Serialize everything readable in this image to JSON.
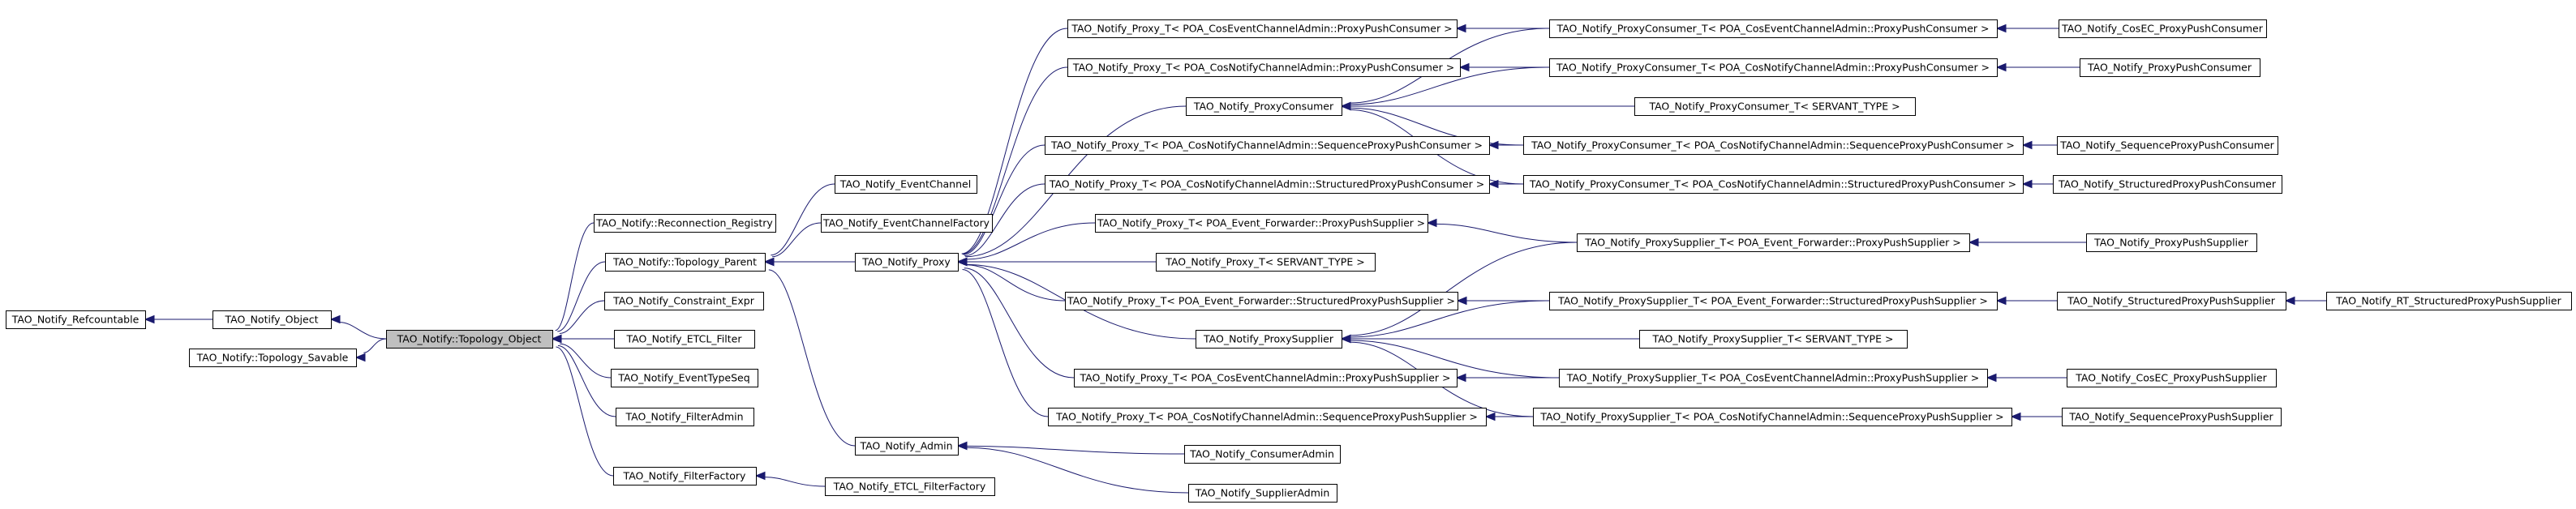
{
  "diagram": {
    "title": "",
    "highlighted_node": "topology_object",
    "colors": {
      "edge": "#1a1a6e",
      "node_border": "#000000",
      "node_fill": "#ffffff",
      "highlight_fill": "#bfbfbf",
      "background": "#ffffff"
    },
    "nodes": [
      {
        "id": "refcountable",
        "label": "TAO_Notify_Refcountable"
      },
      {
        "id": "object",
        "label": "TAO_Notify_Object"
      },
      {
        "id": "topology_savable",
        "label": "TAO_Notify::Topology_Savable"
      },
      {
        "id": "topology_object",
        "label": "TAO_Notify::Topology_Object"
      },
      {
        "id": "reconnection_registry",
        "label": "TAO_Notify::Reconnection_Registry"
      },
      {
        "id": "topology_parent",
        "label": "TAO_Notify::Topology_Parent"
      },
      {
        "id": "constraint_expr",
        "label": "TAO_Notify_Constraint_Expr"
      },
      {
        "id": "etcl_filter",
        "label": "TAO_Notify_ETCL_Filter"
      },
      {
        "id": "event_type_seq",
        "label": "TAO_Notify_EventTypeSeq"
      },
      {
        "id": "filter_admin",
        "label": "TAO_Notify_FilterAdmin"
      },
      {
        "id": "filter_factory",
        "label": "TAO_Notify_FilterFactory"
      },
      {
        "id": "event_channel",
        "label": "TAO_Notify_EventChannel"
      },
      {
        "id": "event_channel_factory",
        "label": "TAO_Notify_EventChannelFactory"
      },
      {
        "id": "proxy",
        "label": "TAO_Notify_Proxy"
      },
      {
        "id": "admin",
        "label": "TAO_Notify_Admin"
      },
      {
        "id": "etcl_filter_factory",
        "label": "TAO_Notify_ETCL_FilterFactory"
      },
      {
        "id": "proxy_t_cosec_ppc",
        "label": "TAO_Notify_Proxy_T< POA_CosEventChannelAdmin::ProxyPushConsumer >"
      },
      {
        "id": "proxy_t_cosnotify_ppc",
        "label": "TAO_Notify_Proxy_T< POA_CosNotifyChannelAdmin::ProxyPushConsumer >"
      },
      {
        "id": "proxy_consumer",
        "label": "TAO_Notify_ProxyConsumer"
      },
      {
        "id": "proxy_t_cosnotify_sppc",
        "label": "TAO_Notify_Proxy_T< POA_CosNotifyChannelAdmin::SequenceProxyPushConsumer >"
      },
      {
        "id": "proxy_t_cosnotify_stppc",
        "label": "TAO_Notify_Proxy_T< POA_CosNotifyChannelAdmin::StructuredProxyPushConsumer >"
      },
      {
        "id": "proxy_t_fwd_pps",
        "label": "TAO_Notify_Proxy_T< POA_Event_Forwarder::ProxyPushSupplier >"
      },
      {
        "id": "proxy_t_servant",
        "label": "TAO_Notify_Proxy_T< SERVANT_TYPE >"
      },
      {
        "id": "proxy_t_fwd_spps",
        "label": "TAO_Notify_Proxy_T< POA_Event_Forwarder::StructuredProxyPushSupplier >"
      },
      {
        "id": "proxy_supplier",
        "label": "TAO_Notify_ProxySupplier"
      },
      {
        "id": "proxy_t_cosec_pps",
        "label": "TAO_Notify_Proxy_T< POA_CosEventChannelAdmin::ProxyPushSupplier >"
      },
      {
        "id": "proxy_t_cosnotify_seqpps",
        "label": "TAO_Notify_Proxy_T< POA_CosNotifyChannelAdmin::SequenceProxyPushSupplier >"
      },
      {
        "id": "consumer_admin",
        "label": "TAO_Notify_ConsumerAdmin"
      },
      {
        "id": "supplier_admin",
        "label": "TAO_Notify_SupplierAdmin"
      },
      {
        "id": "pc_t_cosec_ppc",
        "label": "TAO_Notify_ProxyConsumer_T< POA_CosEventChannelAdmin::ProxyPushConsumer >"
      },
      {
        "id": "pc_t_cosnotify_ppc",
        "label": "TAO_Notify_ProxyConsumer_T< POA_CosNotifyChannelAdmin::ProxyPushConsumer >"
      },
      {
        "id": "pc_t_servant",
        "label": "TAO_Notify_ProxyConsumer_T< SERVANT_TYPE >"
      },
      {
        "id": "pc_t_cosnotify_sppc",
        "label": "TAO_Notify_ProxyConsumer_T< POA_CosNotifyChannelAdmin::SequenceProxyPushConsumer >"
      },
      {
        "id": "pc_t_cosnotify_stppc",
        "label": "TAO_Notify_ProxyConsumer_T< POA_CosNotifyChannelAdmin::StructuredProxyPushConsumer >"
      },
      {
        "id": "ps_t_fwd_pps",
        "label": "TAO_Notify_ProxySupplier_T< POA_Event_Forwarder::ProxyPushSupplier >"
      },
      {
        "id": "ps_t_fwd_spps",
        "label": "TAO_Notify_ProxySupplier_T< POA_Event_Forwarder::StructuredProxyPushSupplier >"
      },
      {
        "id": "ps_t_servant",
        "label": "TAO_Notify_ProxySupplier_T< SERVANT_TYPE >"
      },
      {
        "id": "ps_t_cosec_pps",
        "label": "TAO_Notify_ProxySupplier_T< POA_CosEventChannelAdmin::ProxyPushSupplier >"
      },
      {
        "id": "ps_t_cosnotify_seqpps",
        "label": "TAO_Notify_ProxySupplier_T< POA_CosNotifyChannelAdmin::SequenceProxyPushSupplier >"
      },
      {
        "id": "cosec_ppc",
        "label": "TAO_Notify_CosEC_ProxyPushConsumer"
      },
      {
        "id": "ppc",
        "label": "TAO_Notify_ProxyPushConsumer"
      },
      {
        "id": "seq_ppc",
        "label": "TAO_Notify_SequenceProxyPushConsumer"
      },
      {
        "id": "struct_ppc",
        "label": "TAO_Notify_StructuredProxyPushConsumer"
      },
      {
        "id": "pps",
        "label": "TAO_Notify_ProxyPushSupplier"
      },
      {
        "id": "struct_pps",
        "label": "TAO_Notify_StructuredProxyPushSupplier"
      },
      {
        "id": "cosec_pps",
        "label": "TAO_Notify_CosEC_ProxyPushSupplier"
      },
      {
        "id": "seq_pps",
        "label": "TAO_Notify_SequenceProxyPushSupplier"
      },
      {
        "id": "rt_struct_pps",
        "label": "TAO_Notify_RT_StructuredProxyPushSupplier"
      }
    ],
    "edges": [
      {
        "from": "object",
        "to": "refcountable"
      },
      {
        "from": "topology_object",
        "to": "object"
      },
      {
        "from": "topology_object",
        "to": "topology_savable"
      },
      {
        "from": "reconnection_registry",
        "to": "topology_object"
      },
      {
        "from": "topology_parent",
        "to": "topology_object"
      },
      {
        "from": "constraint_expr",
        "to": "topology_object"
      },
      {
        "from": "etcl_filter",
        "to": "topology_object"
      },
      {
        "from": "event_type_seq",
        "to": "topology_object"
      },
      {
        "from": "filter_admin",
        "to": "topology_object"
      },
      {
        "from": "filter_factory",
        "to": "topology_object"
      },
      {
        "from": "event_channel",
        "to": "topology_parent"
      },
      {
        "from": "event_channel_factory",
        "to": "topology_parent"
      },
      {
        "from": "proxy",
        "to": "topology_parent"
      },
      {
        "from": "admin",
        "to": "topology_parent"
      },
      {
        "from": "etcl_filter_factory",
        "to": "filter_factory"
      },
      {
        "from": "proxy_t_cosec_ppc",
        "to": "proxy"
      },
      {
        "from": "proxy_t_cosnotify_ppc",
        "to": "proxy"
      },
      {
        "from": "proxy_consumer",
        "to": "proxy"
      },
      {
        "from": "proxy_t_cosnotify_sppc",
        "to": "proxy"
      },
      {
        "from": "proxy_t_cosnotify_stppc",
        "to": "proxy"
      },
      {
        "from": "proxy_t_fwd_pps",
        "to": "proxy"
      },
      {
        "from": "proxy_t_servant",
        "to": "proxy"
      },
      {
        "from": "proxy_t_fwd_spps",
        "to": "proxy"
      },
      {
        "from": "proxy_supplier",
        "to": "proxy"
      },
      {
        "from": "proxy_t_cosec_pps",
        "to": "proxy"
      },
      {
        "from": "proxy_t_cosnotify_seqpps",
        "to": "proxy"
      },
      {
        "from": "consumer_admin",
        "to": "admin"
      },
      {
        "from": "supplier_admin",
        "to": "admin"
      },
      {
        "from": "pc_t_cosec_ppc",
        "to": "proxy_t_cosec_ppc"
      },
      {
        "from": "pc_t_cosec_ppc",
        "to": "proxy_consumer"
      },
      {
        "from": "pc_t_cosnotify_ppc",
        "to": "proxy_t_cosnotify_ppc"
      },
      {
        "from": "pc_t_cosnotify_ppc",
        "to": "proxy_consumer"
      },
      {
        "from": "pc_t_servant",
        "to": "proxy_consumer"
      },
      {
        "from": "pc_t_cosnotify_sppc",
        "to": "proxy_t_cosnotify_sppc"
      },
      {
        "from": "pc_t_cosnotify_sppc",
        "to": "proxy_consumer"
      },
      {
        "from": "pc_t_cosnotify_stppc",
        "to": "proxy_t_cosnotify_stppc"
      },
      {
        "from": "pc_t_cosnotify_stppc",
        "to": "proxy_consumer"
      },
      {
        "from": "ps_t_fwd_pps",
        "to": "proxy_t_fwd_pps"
      },
      {
        "from": "ps_t_fwd_pps",
        "to": "proxy_supplier"
      },
      {
        "from": "ps_t_fwd_spps",
        "to": "proxy_t_fwd_spps"
      },
      {
        "from": "ps_t_fwd_spps",
        "to": "proxy_supplier"
      },
      {
        "from": "ps_t_servant",
        "to": "proxy_supplier"
      },
      {
        "from": "ps_t_cosec_pps",
        "to": "proxy_t_cosec_pps"
      },
      {
        "from": "ps_t_cosec_pps",
        "to": "proxy_supplier"
      },
      {
        "from": "ps_t_cosnotify_seqpps",
        "to": "proxy_t_cosnotify_seqpps"
      },
      {
        "from": "ps_t_cosnotify_seqpps",
        "to": "proxy_supplier"
      },
      {
        "from": "cosec_ppc",
        "to": "pc_t_cosec_ppc"
      },
      {
        "from": "ppc",
        "to": "pc_t_cosnotify_ppc"
      },
      {
        "from": "seq_ppc",
        "to": "pc_t_cosnotify_sppc"
      },
      {
        "from": "struct_ppc",
        "to": "pc_t_cosnotify_stppc"
      },
      {
        "from": "pps",
        "to": "ps_t_fwd_pps"
      },
      {
        "from": "struct_pps",
        "to": "ps_t_fwd_spps"
      },
      {
        "from": "rt_struct_pps",
        "to": "struct_pps"
      },
      {
        "from": "cosec_pps",
        "to": "ps_t_cosec_pps"
      },
      {
        "from": "seq_pps",
        "to": "ps_t_cosnotify_seqpps"
      }
    ]
  }
}
